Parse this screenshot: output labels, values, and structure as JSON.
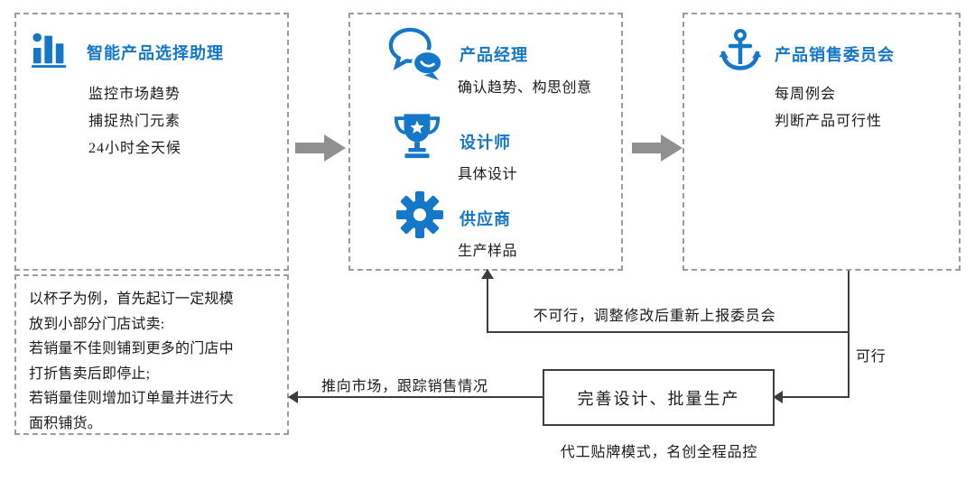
{
  "colors": {
    "accent_blue": "#1577c8",
    "connector_dark": "#3d3d3d",
    "dashed_border_gray": "#9c9c9c",
    "block_arrow_gray": "#909090"
  },
  "boxes": {
    "assistant": {
      "icon": "bar-chart-icon",
      "title": "智能产品选择助理",
      "lines": [
        "监控市场趋势",
        "捕捉热门元素",
        "24小时全天候"
      ]
    },
    "team": {
      "items": [
        {
          "icon": "chat-bubbles-icon",
          "title": "产品经理",
          "desc": "确认趋势、构思创意"
        },
        {
          "icon": "trophy-icon",
          "title": "设计师",
          "desc": "具体设计"
        },
        {
          "icon": "gear-icon",
          "title": "供应商",
          "desc": "生产样品"
        }
      ]
    },
    "committee": {
      "icon": "anchor-icon",
      "title": "产品销售委员会",
      "lines": [
        "每周例会",
        "判断产品可行性"
      ]
    },
    "trial": {
      "lines": [
        "以杯子为例，首先起订一定规模",
        "放到小部分门店试卖:",
        "若销量不佳则铺到更多的门店中",
        "打折售卖后即停止;",
        "若销量佳则增加订单量并进行大",
        "面积铺货。"
      ]
    },
    "production": {
      "label": "完善设计、批量生产",
      "caption": "代工贴牌模式，名创全程品控"
    }
  },
  "flow_labels": {
    "not_feasible": "不可行，调整修改后重新上报委员会",
    "feasible": "可行",
    "to_market": "推向市场，跟踪销售情况"
  }
}
